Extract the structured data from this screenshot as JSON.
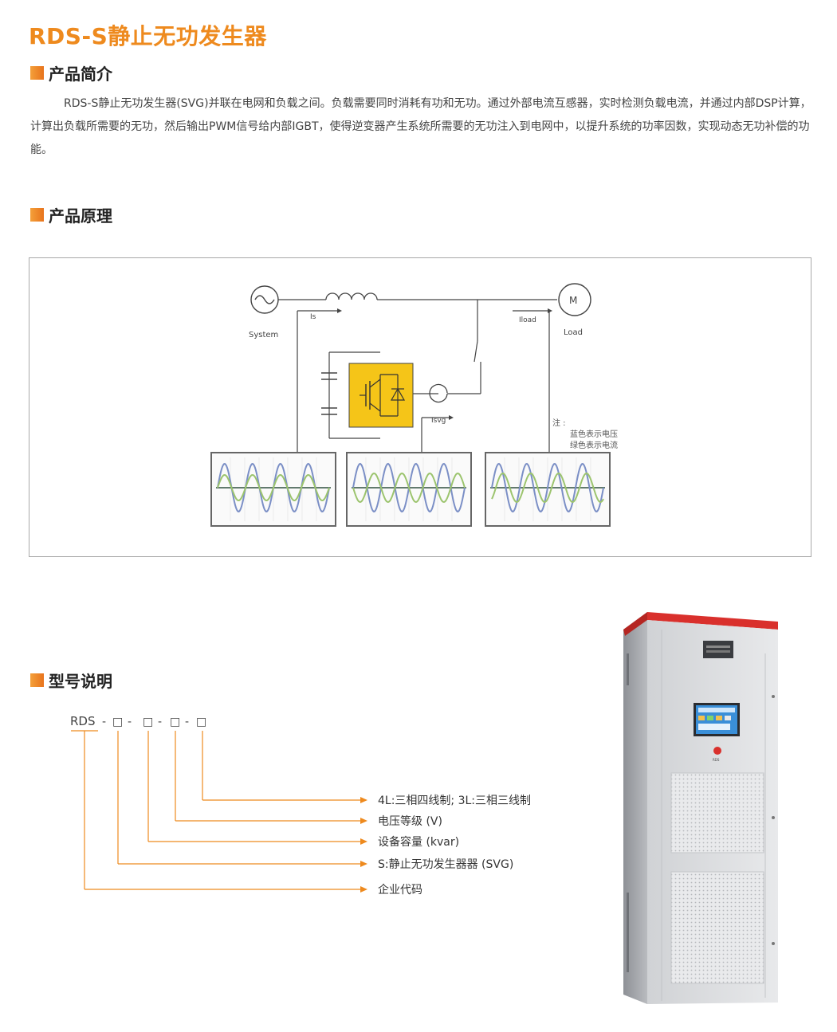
{
  "title": "RDS-S静止无功发生器",
  "sections": {
    "intro": {
      "heading": "产品简介",
      "body": "RDS-S静止无功发生器(SVG)并联在电网和负载之间。负载需要同时消耗有功和无功。通过外部电流互感器，实时检测负载电流，并通过内部DSP计算，计算出负载所需要的无功，然后输出PWM信号给内部IGBT，使得逆变器产生系统所需要的无功注入到电网中，以提升系统的功率因数，实现动态无功补偿的功能。"
    },
    "principle": {
      "heading": "产品原理",
      "diagram": {
        "system_label": "System",
        "load_label": "Load",
        "motor_symbol": "M",
        "is_label": "Is",
        "iload_label": "Iload",
        "isvg_label": "Isvg",
        "note_title": "注 :",
        "note_line1": "蓝色表示电压",
        "note_line2": "绿色表示电流",
        "colors": {
          "voltage_wave": "#7b8fc6",
          "current_wave": "#9cc46e",
          "igbt_block": "#f5c518"
        }
      }
    },
    "model": {
      "heading": "型号说明",
      "code_prefix": "RDS",
      "separator": "-",
      "placeholder": "□",
      "items": [
        "4L:三相四线制; 3L:三相三线制",
        "电压等级 (V)",
        "设备容量 (kvar)",
        "S:静止无功发生器器 (SVG)",
        "企业代码"
      ]
    }
  },
  "cabinet": {
    "colors": {
      "top_bar": "#d9302c",
      "body": "#d8d9db",
      "screen": "#3a8fd8"
    },
    "nameplate_text": "RDS"
  },
  "accent_color": "#ee8a1e"
}
